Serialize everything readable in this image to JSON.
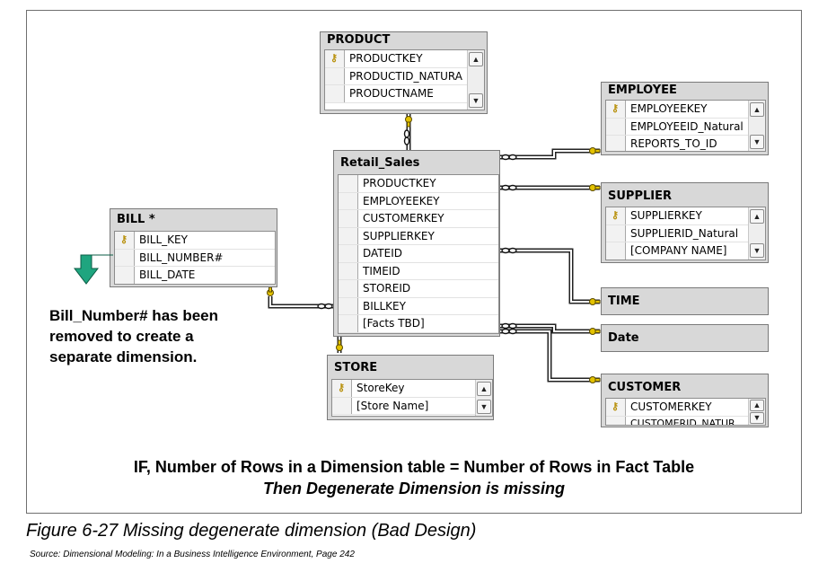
{
  "tables": {
    "product": {
      "title": "PRODUCT",
      "rows": [
        {
          "name": "PRODUCTKEY",
          "key": true
        },
        {
          "name": "PRODUCTID_NATURA",
          "key": false
        },
        {
          "name": "PRODUCTNAME",
          "key": false
        }
      ]
    },
    "employee": {
      "title": "EMPLOYEE",
      "rows": [
        {
          "name": "EMPLOYEEKEY",
          "key": true
        },
        {
          "name": "EMPLOYEEID_Natural",
          "key": false
        },
        {
          "name": "REPORTS_TO_ID",
          "key": false
        }
      ]
    },
    "retail_sales": {
      "title": "Retail_Sales",
      "rows": [
        {
          "name": "PRODUCTKEY",
          "key": false
        },
        {
          "name": "EMPLOYEEKEY",
          "key": false
        },
        {
          "name": "CUSTOMERKEY",
          "key": false
        },
        {
          "name": "SUPPLIERKEY",
          "key": false
        },
        {
          "name": "DATEID",
          "key": false
        },
        {
          "name": "TIMEID",
          "key": false
        },
        {
          "name": "STOREID",
          "key": false
        },
        {
          "name": "BILLKEY",
          "key": false
        },
        {
          "name": "[Facts TBD]",
          "key": false
        }
      ]
    },
    "supplier": {
      "title": "SUPPLIER",
      "rows": [
        {
          "name": "SUPPLIERKEY",
          "key": true
        },
        {
          "name": "SUPPLIERID_Natural",
          "key": false
        },
        {
          "name": "[COMPANY NAME]",
          "key": false
        }
      ]
    },
    "bill": {
      "title": "BILL *",
      "rows": [
        {
          "name": "BILL_KEY",
          "key": true
        },
        {
          "name": "BILL_NUMBER#",
          "key": false
        },
        {
          "name": "BILL_DATE",
          "key": false
        }
      ]
    },
    "time": {
      "title": "TIME",
      "rows": []
    },
    "date": {
      "title": "Date",
      "rows": []
    },
    "store": {
      "title": "STORE",
      "rows": [
        {
          "name": "StoreKey",
          "key": true
        },
        {
          "name": "[Store Name]",
          "key": false
        }
      ]
    },
    "customer": {
      "title": "CUSTOMER",
      "rows": [
        {
          "name": "CUSTOMERKEY",
          "key": true
        },
        {
          "name": "CUSTOMERID_NATUR",
          "key": false
        }
      ]
    }
  },
  "annotation": {
    "line1": "Bill_Number#  has been",
    "line2": "removed to create a",
    "line3": "separate dimension."
  },
  "rule": {
    "line1": "IF, Number of Rows in a Dimension table = Number of Rows in Fact Table",
    "line2": "Then Degenerate Dimension is missing"
  },
  "caption": {
    "figure": "Figure 6-27   Missing degenerate dimension (Bad Design)",
    "source": "Source: Dimensional Modeling: In a Business Intelligence Environment, Page 242"
  },
  "icons": {
    "key": "key-icon",
    "arrow": "green-arrow-icon",
    "scroll_up": "scroll-up-icon",
    "scroll_down": "scroll-down-icon"
  },
  "colors": {
    "arrow": "#1fa57f",
    "key": "#b8900a",
    "table_bg": "#d8d8d8",
    "connector_end": "#d4b000"
  }
}
